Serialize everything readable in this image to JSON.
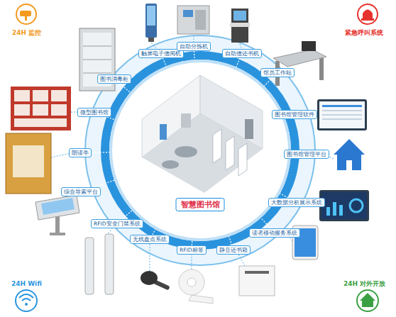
{
  "diagram": {
    "nodes": [
      {
        "text": [
          "智慧图书馆"
        ]
      },
      {
        "text": [
          "触屏电子借阅机"
        ]
      },
      {
        "text": [
          "自助分拣机"
        ]
      },
      {
        "text": [
          "自助借还书机"
        ]
      },
      {
        "text": [
          "馆员工作站"
        ]
      },
      {
        "text": [
          "图书馆管理软件"
        ]
      },
      {
        "text": [
          "图书馆管理平台"
        ]
      },
      {
        "text": [
          "大数据分析展示系统"
        ]
      },
      {
        "text": [
          "读者移动服务系统"
        ]
      },
      {
        "text": [
          "静音还书箱"
        ]
      },
      {
        "text": [
          "RFID标签"
        ]
      },
      {
        "text": [
          "无线盘点系统"
        ]
      },
      {
        "text": [
          "RFID安全门禁系统"
        ]
      },
      {
        "text": [
          "综合导索平台"
        ]
      },
      {
        "text": [
          "朗读亭"
        ]
      },
      {
        "text": [
          "微型图书馆"
        ]
      },
      {
        "text": [
          "图书消毒柜"
        ]
      }
    ],
    "edges": [
      {
        "from": 1,
        "to": 0,
        "arrow": "none"
      },
      {
        "from": 2,
        "to": 0,
        "arrow": "none"
      },
      {
        "from": 3,
        "to": 0,
        "arrow": "none"
      },
      {
        "from": 4,
        "to": 0,
        "arrow": "none"
      },
      {
        "from": 5,
        "to": 0,
        "arrow": "none"
      },
      {
        "from": 6,
        "to": 0,
        "arrow": "none"
      },
      {
        "from": 7,
        "to": 0,
        "arrow": "none"
      },
      {
        "from": 8,
        "to": 0,
        "arrow": "none"
      },
      {
        "from": 9,
        "to": 0,
        "arrow": "none"
      },
      {
        "from": 10,
        "to": 0,
        "arrow": "none"
      },
      {
        "from": 11,
        "to": 0,
        "arrow": "none"
      },
      {
        "from": 12,
        "to": 0,
        "arrow": "none"
      },
      {
        "from": 13,
        "to": 0,
        "arrow": "none"
      },
      {
        "from": 14,
        "to": 0,
        "arrow": "none"
      },
      {
        "from": 15,
        "to": 0,
        "arrow": "none"
      },
      {
        "from": 16,
        "to": 0,
        "arrow": "none"
      }
    ],
    "labels": [
      "24H 监控",
      "紧急呼叫系统",
      "24H Wifi",
      "24H 对外开放"
    ]
  }
}
